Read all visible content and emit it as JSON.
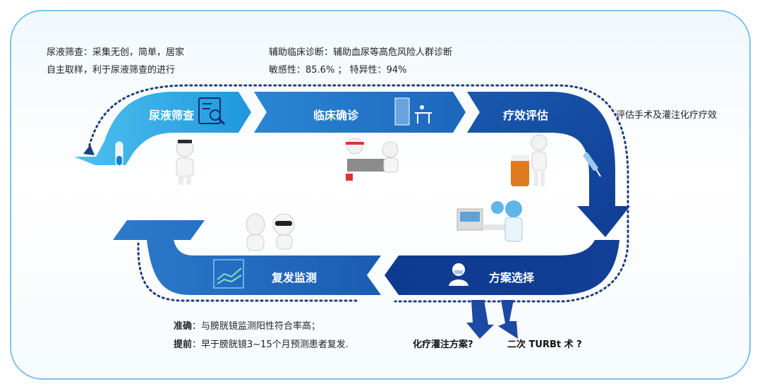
{
  "notes": {
    "urine_line1": "尿液筛查：采集无创，简单，居家",
    "urine_line2": "自主取样，利于尿液筛查的进行",
    "diag_line1": "辅助临床诊断：辅助血尿等高危风险人群诊断",
    "diag_line2": "敏感性：85.6% ； 特异性：94%",
    "efficacy_side": "评估手术及灌注化疗疗效"
  },
  "stages": {
    "urine": "尿液筛查",
    "diagnosis": "临床确诊",
    "efficacy": "疗效评估",
    "plan": "方案选择",
    "recurrence": "复发监测"
  },
  "bottom": {
    "accuracy_label": "准确",
    "accuracy_text": "：与膀胱镜监测阳性符合率高；",
    "early_label": "提前",
    "early_text": "：早于膀胱镜3~15个月预测患者复发."
  },
  "options": {
    "chemo": "化疗灌注方案?",
    "turbt": "二次 TURBt 术 ?"
  },
  "colors": {
    "light_blue": "#2aa7e4",
    "mid_blue": "#1e73c4",
    "dark_blue": "#0d3f95",
    "dots": "#1f3e7c",
    "frame": "#7fc2ea"
  }
}
